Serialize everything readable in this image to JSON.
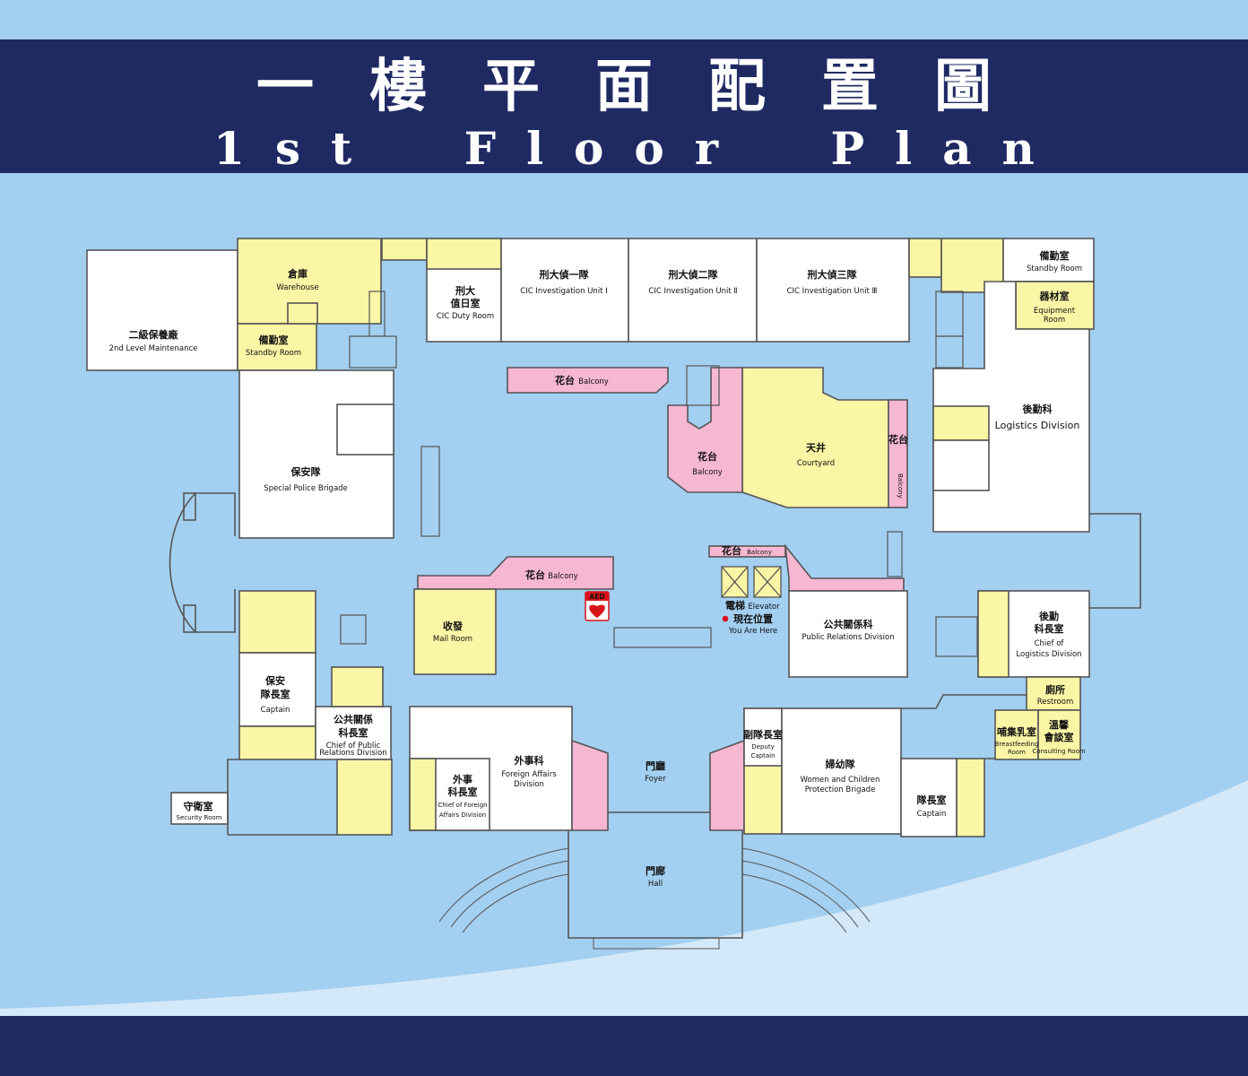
{
  "header": {
    "title_zh": "一樓平面配置圖",
    "title_en": "1st Floor Plan"
  },
  "colors": {
    "header_bg": "#1f2a63",
    "background": "#a3cff0",
    "room_white": "#ffffff",
    "room_yellow": "#fbf6a6",
    "balcony_pink": "#f5b7d2",
    "wall": "#555555",
    "you_are_here": "#d8141c"
  },
  "rooms": {
    "maintenance": {
      "zh": "二級保養廠",
      "en": "2nd Level Maintenance"
    },
    "warehouse": {
      "zh": "倉庫",
      "en": "Warehouse"
    },
    "standby_left": {
      "zh": "備勤室",
      "en": "Standby Room"
    },
    "cic_duty": {
      "zh1": "刑大",
      "zh2": "值日室",
      "en": "CIC Duty Room"
    },
    "cic_unit1": {
      "zh": "刑大偵一隊",
      "en": "CIC Investigation Unit Ⅰ"
    },
    "cic_unit2": {
      "zh": "刑大偵二隊",
      "en": "CIC Investigation Unit Ⅱ"
    },
    "cic_unit3": {
      "zh": "刑大偵三隊",
      "en": "CIC Investigation Unit Ⅲ"
    },
    "standby_right": {
      "zh": "備勤室",
      "en": "Standby Room"
    },
    "equipment": {
      "zh": "器材室",
      "en1": "Equipment",
      "en2": "Room"
    },
    "logistics": {
      "zh": "後勤科",
      "en": "Logistics Division"
    },
    "special_police": {
      "zh": "保安隊",
      "en": "Special Police  Brigade"
    },
    "balcony_top": {
      "zh": "花台",
      "en": "Balcony"
    },
    "balcony_mid": {
      "zh": "花台",
      "en": "Balcony"
    },
    "courtyard": {
      "zh": "天井",
      "en": "Courtyard"
    },
    "balcony_vert": {
      "zh": "花台",
      "en": "Balcony"
    },
    "balcony_center": {
      "zh": "花台",
      "en": "Balcony"
    },
    "balcony_small": {
      "zh": "花台",
      "en": "Balcony"
    },
    "elevator": {
      "zh": "電梯",
      "en": "Elevator"
    },
    "you_are_here": {
      "zh": "現在位置",
      "en": "You Are Here"
    },
    "aed": {
      "label": "AED"
    },
    "mail_room": {
      "zh": "收發",
      "en": "Mail Room"
    },
    "public_relations": {
      "zh": "公共關係科",
      "en": "Public Relations Division"
    },
    "chief_logistics": {
      "zh1": "後勤",
      "zh2": "科長室",
      "en1": "Chief of",
      "en2": "Logistics Division"
    },
    "captain_left": {
      "zh1": "保安",
      "zh2": "隊長室",
      "en": "Captain"
    },
    "chief_pr": {
      "zh1": "公共關係",
      "zh2": "科長室",
      "en1": "Chief of Public",
      "en2": "Relations Division"
    },
    "security": {
      "zh": "守衛室",
      "en": "Security Room"
    },
    "foreign_affairs": {
      "zh": "外事科",
      "en1": "Foreign Affairs",
      "en2": "Division"
    },
    "chief_foreign": {
      "zh1": "外事",
      "zh2": "科長室",
      "en1": "Chief of Foreign",
      "en2": "Affairs Division"
    },
    "foyer": {
      "zh": "門廳",
      "en": "Foyer"
    },
    "hall": {
      "zh": "門廊",
      "en": "Hall"
    },
    "deputy_captain": {
      "zh": "副隊長室",
      "en1": "Deputy",
      "en2": "Captain"
    },
    "women_children": {
      "zh": "婦幼隊",
      "en1": "Women and Children",
      "en2": "Protection Brigade"
    },
    "captain_right": {
      "zh": "隊長室",
      "en": "Captain"
    },
    "restroom": {
      "zh": "廁所",
      "en": "Restroom"
    },
    "breastfeeding": {
      "zh": "哺集乳室",
      "en1": "Breastfeeding",
      "en2": "Room"
    },
    "consulting": {
      "zh1": "溫馨",
      "zh2": "會談室",
      "en": "Consulting Room"
    }
  }
}
